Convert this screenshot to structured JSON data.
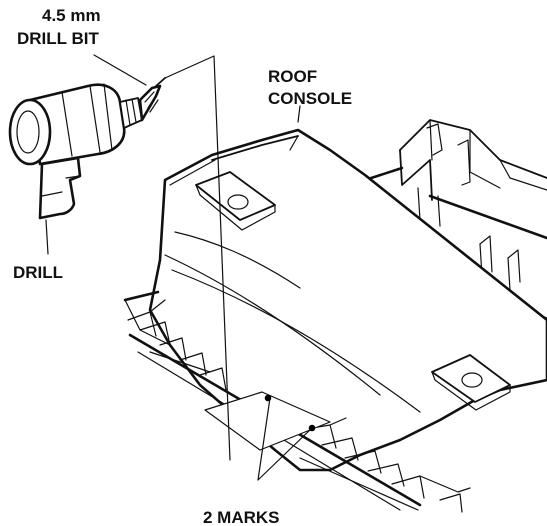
{
  "labels": {
    "drill_bit_line1": "4.5 mm",
    "drill_bit_line2": "DRILL BIT",
    "roof_console_line1": "ROOF",
    "roof_console_line2": "CONSOLE",
    "drill": "DRILL",
    "marks": "2 MARKS"
  },
  "colors": {
    "ink": "#111111",
    "background": "#ffffff",
    "mark": "#000000"
  },
  "icons": {
    "drill": "power-drill-icon",
    "drill_bit": "drill-bit-icon",
    "mark": "drill-mark-dot"
  }
}
